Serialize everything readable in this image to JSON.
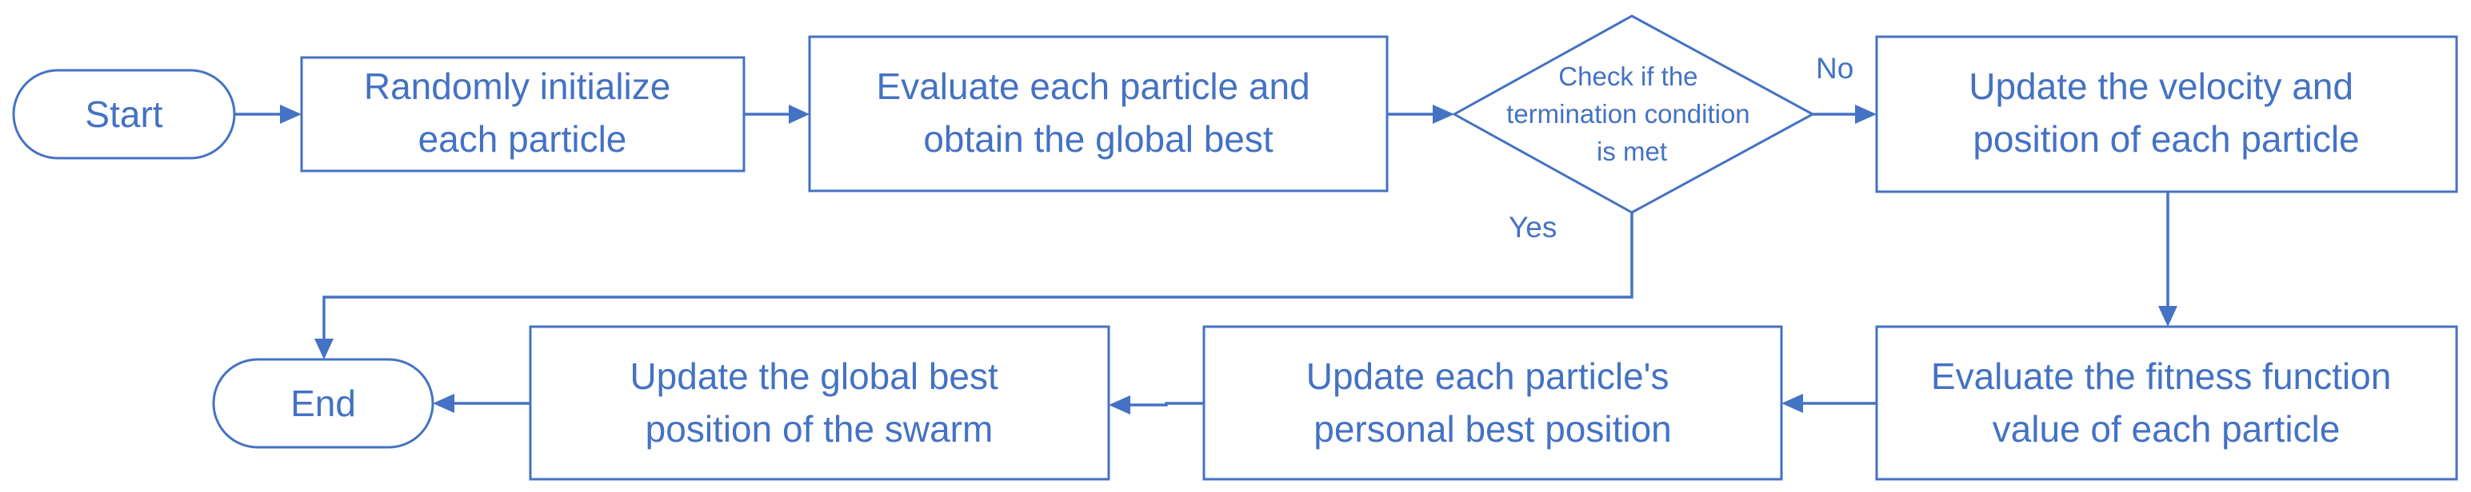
{
  "diagram": {
    "nodes": {
      "start": {
        "lines": [
          "Start"
        ]
      },
      "init": {
        "lines": [
          "Randomly initialize",
          "each particle"
        ]
      },
      "evaluate_global": {
        "lines": [
          "Evaluate each particle and",
          "obtain the global best"
        ]
      },
      "check": {
        "lines": [
          "Check if the",
          "termination condition",
          "is met"
        ]
      },
      "update_velocity": {
        "lines": [
          "Update the velocity and",
          "position of each particle"
        ]
      },
      "evaluate_fitness": {
        "lines": [
          "Evaluate the fitness function",
          "value of each particle"
        ]
      },
      "update_personal": {
        "lines": [
          "Update each particle's",
          "personal best position"
        ]
      },
      "update_global": {
        "lines": [
          "Update the global best",
          "position of the swarm"
        ]
      },
      "end": {
        "lines": [
          "End"
        ]
      }
    },
    "edges": {
      "no_label": "No",
      "yes_label": "Yes"
    }
  },
  "colors": {
    "stroke": "#4472c4",
    "text": "#4472c4",
    "fill": "#ffffff"
  }
}
